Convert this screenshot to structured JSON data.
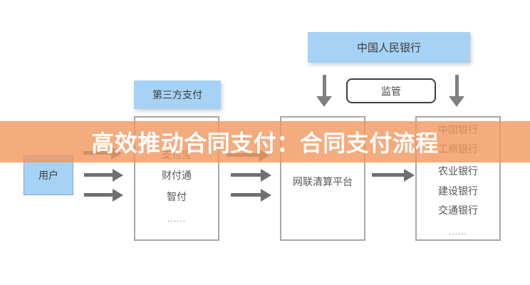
{
  "banner": {
    "title": "高效推动合同支付：合同支付流程",
    "color": "rgba(241,150,92,0.80)"
  },
  "nodes": {
    "pboc": {
      "label": "中国人民银行"
    },
    "supervision": {
      "label": "监管"
    },
    "third_party": {
      "label": "第三方支付"
    },
    "user": {
      "label": "用户"
    },
    "netsunion": {
      "label": "网联清算平台"
    },
    "platforms": {
      "items": [
        "支付宝",
        "财付通",
        "智付",
        "......"
      ]
    },
    "banks": {
      "items": [
        "中国银行",
        "工商银行",
        "农业银行",
        "建设银行",
        "交通银行",
        "......"
      ]
    }
  },
  "colors": {
    "node_blue": "#a6d2f5",
    "arrow_gray": "#6f6f6f",
    "down_arrow_gray": "#808080",
    "box_border_gray": "#a8a8a8",
    "supervision_border": "#3f3f3f",
    "banner_text": "#ffffff"
  }
}
